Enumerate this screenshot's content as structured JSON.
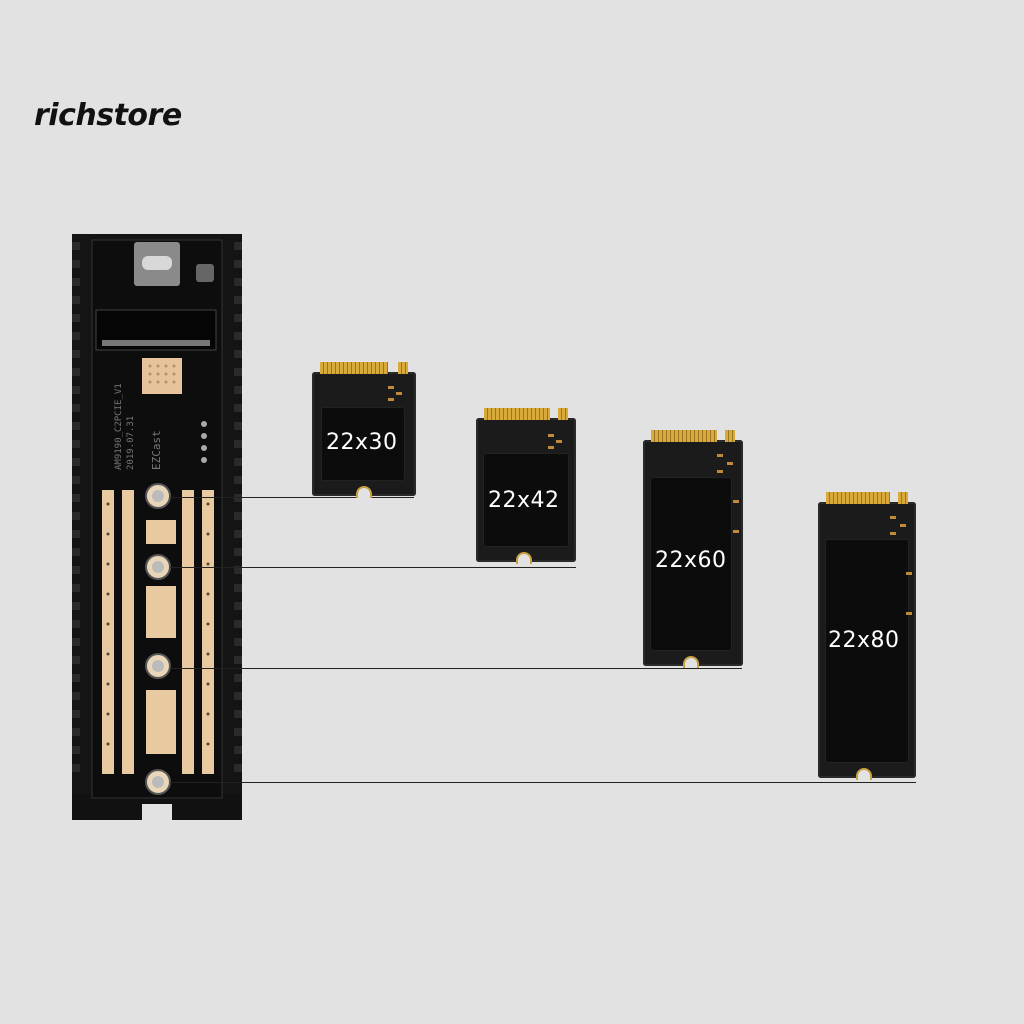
{
  "brand": {
    "logo_text": "richstore"
  },
  "enclosure": {
    "pcb_model": "AM9190_C2PCIE_V1",
    "pcb_date": "2019.07.31",
    "pcb_maker": "EZCast"
  },
  "ssds": [
    {
      "label": "22x30"
    },
    {
      "label": "22x42"
    },
    {
      "label": "22x60"
    },
    {
      "label": "22x80"
    }
  ],
  "colors": {
    "background": "#e2e2e2",
    "pcb": "#121212",
    "gold": "#d8a93b",
    "copper_pad": "#e8c9a0"
  }
}
